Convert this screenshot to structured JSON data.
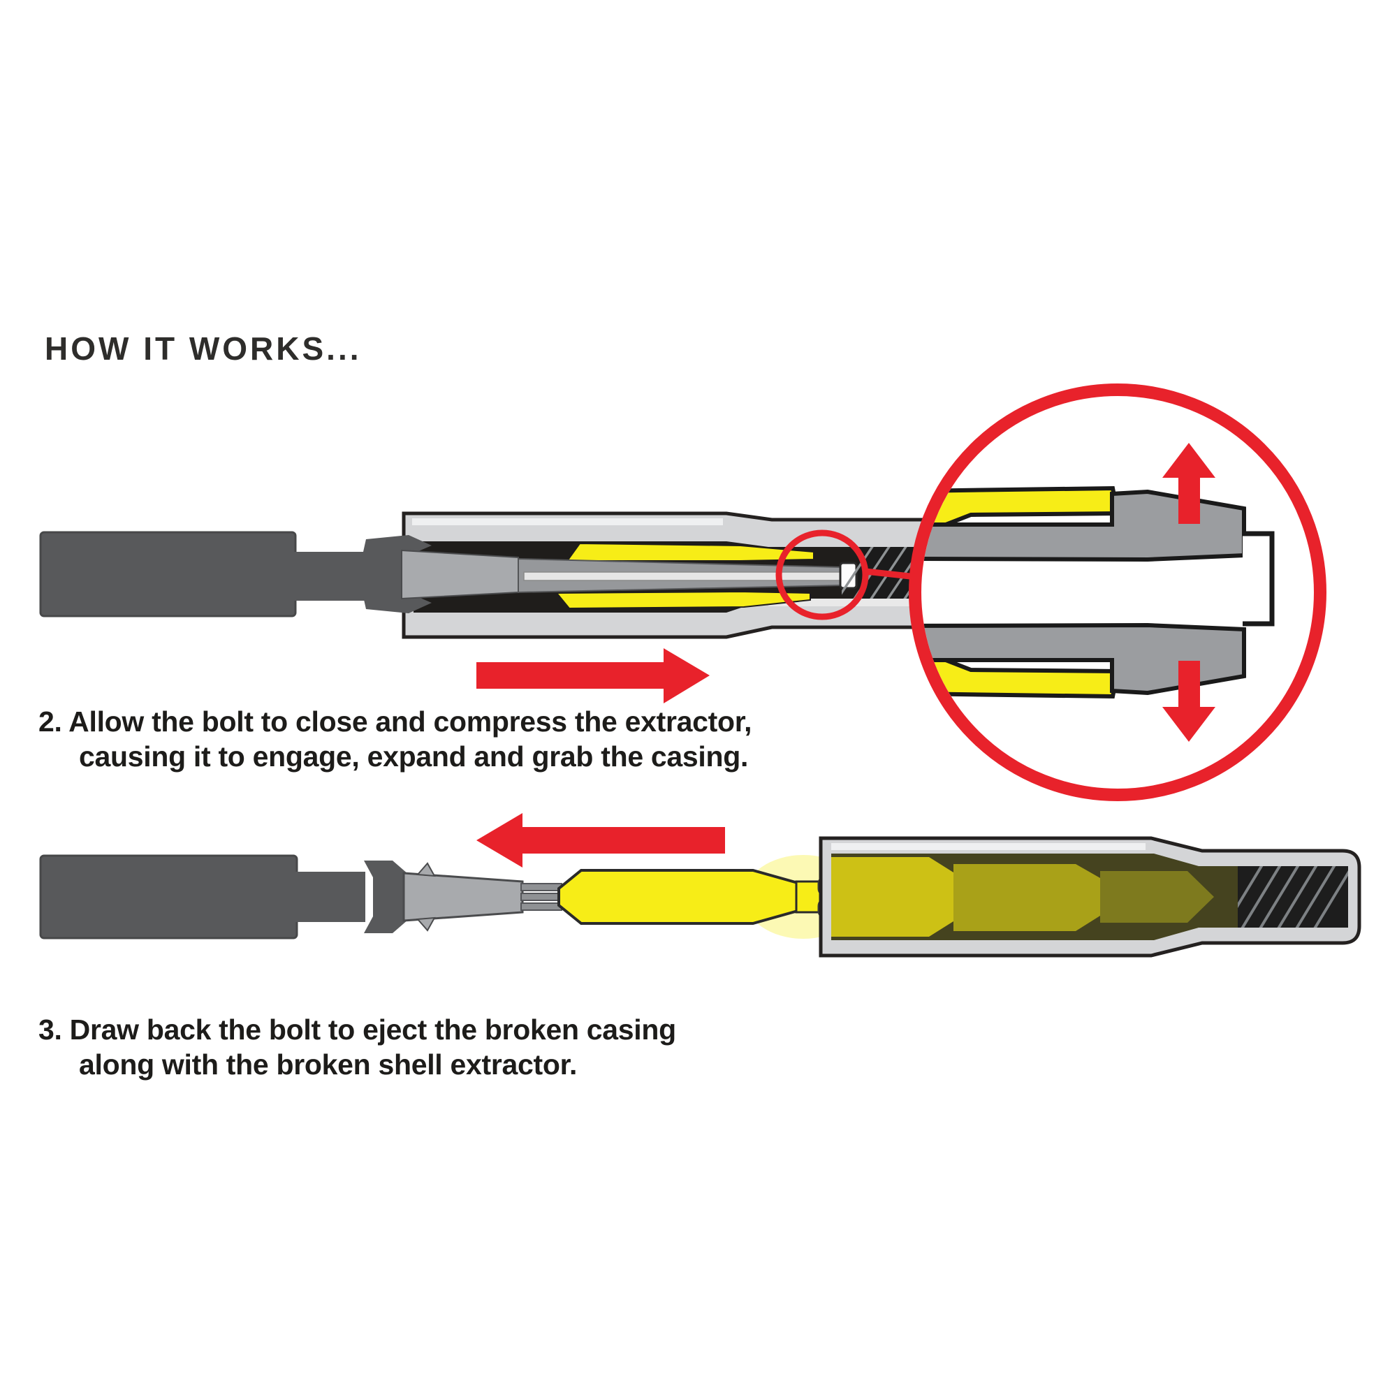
{
  "title": "HOW IT WORKS...",
  "step2": {
    "line1": "2. Allow the bolt to close and compress the extractor,",
    "line2": "causing it to engage, expand and grab the casing."
  },
  "step3": {
    "line1": "3. Draw back the bolt to eject the broken casing",
    "line2": "along with the broken shell extractor."
  },
  "icons": {
    "arrow_forward": "right-arrow-icon",
    "arrow_back": "left-arrow-icon",
    "arrow_expand_up": "up-arrow-icon",
    "arrow_expand_down": "down-arrow-icon",
    "magnifier_inset": "magnifier-circle-icon",
    "detail_highlight": "highlight-circle-icon"
  },
  "colors": {
    "accent_red": "#e8222b",
    "extractor_yellow": "#f7ed17",
    "bolt_dark_gray": "#58595b",
    "part_mid_gray": "#a8aaad",
    "chamber_light_gray": "#d4d5d7",
    "outline_black": "#242120",
    "bore_black": "#1f1d1b",
    "ghost_olive_bright": "#cdc115",
    "ghost_olive_mid": "#a9a118",
    "ghost_olive_deep": "#7e7a1e",
    "text_black": "#1d1c1a"
  }
}
